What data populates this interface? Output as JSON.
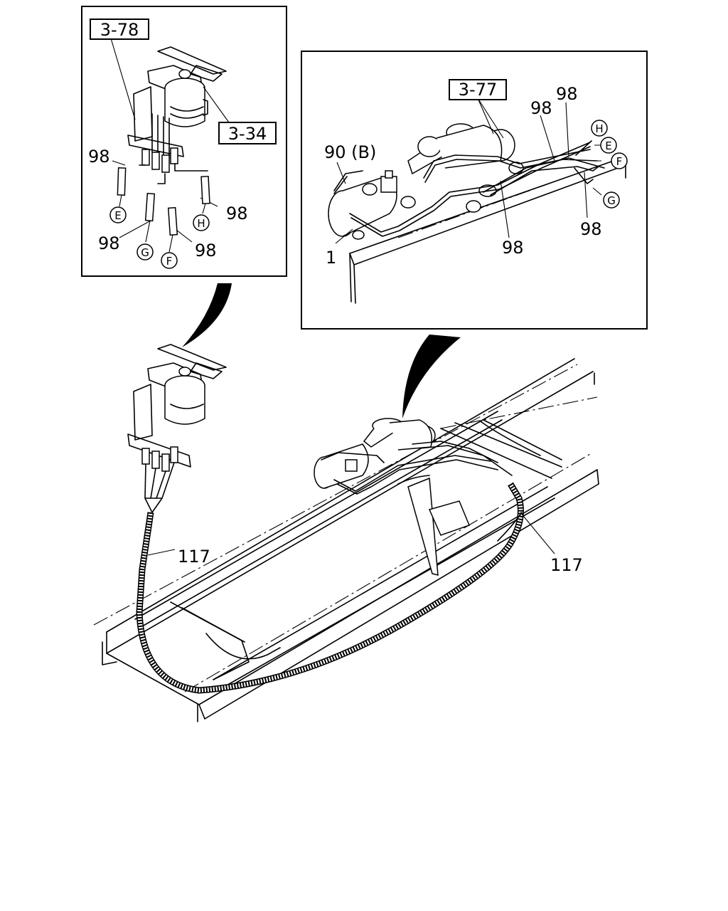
{
  "detail_left": {
    "refs": [
      "3-78",
      "3-34"
    ],
    "numbers": [
      "98",
      "98",
      "98",
      "98"
    ],
    "circled": [
      "E",
      "G",
      "F",
      "H"
    ]
  },
  "detail_right": {
    "refs": [
      "3-77"
    ],
    "numbers": [
      "90 (B)",
      "1",
      "98",
      "98",
      "98",
      "98"
    ],
    "circled": [
      "H",
      "E",
      "F",
      "G"
    ]
  },
  "main_view": {
    "numbers": [
      "117",
      "117"
    ]
  }
}
